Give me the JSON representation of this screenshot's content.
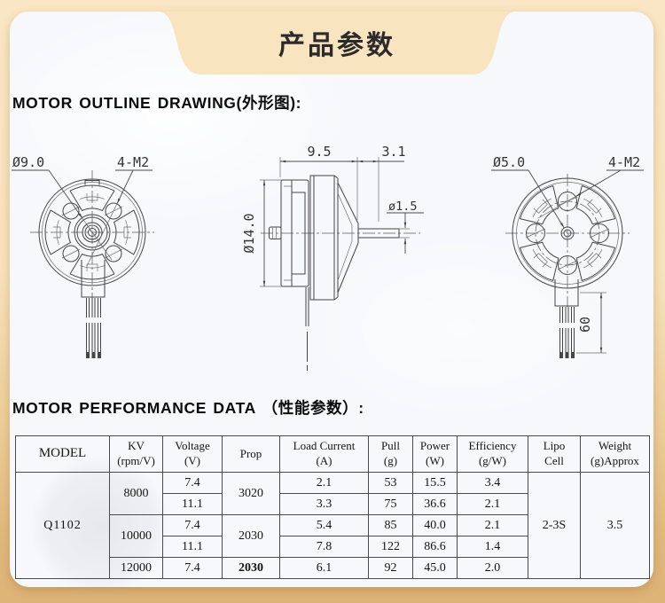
{
  "banner": {
    "title": "产品参数"
  },
  "sections": {
    "outline_heading": "MOTOR OUTLINE DRAWING(外形图):",
    "performance_heading": "MOTOR PERFORMANCE DATA （性能参数）:"
  },
  "drawings": {
    "front_view": {
      "bell_diameter": "Ø9.0",
      "mount_screws": "4-M2"
    },
    "side_view": {
      "body_length": "9.5",
      "shaft_protrusion": "3.1",
      "shaft_diameter": "ø1.5",
      "body_diameter": "Ø14.0"
    },
    "rear_view": {
      "mount_hole_diameter": "Ø5.0",
      "mount_screws": "4-M2",
      "wire_length": "60"
    }
  },
  "table": {
    "headers": [
      "MODEL",
      "KV\n(rpm/V)",
      "Voltage\n(V)",
      "Prop",
      "Load Current\n(A)",
      "Pull\n(g)",
      "Power\n(W)",
      "Efficiency\n(g/W)",
      "Lipo\nCell",
      "Weight\n(g)Approx"
    ],
    "model": "Q1102",
    "groups": [
      {
        "kv": "8000",
        "prop": "3020",
        "rows": [
          {
            "voltage": "7.4",
            "load_current": "2.1",
            "pull": "53",
            "power": "15.5",
            "efficiency": "3.4"
          },
          {
            "voltage": "11.1",
            "load_current": "3.3",
            "pull": "75",
            "power": "36.6",
            "efficiency": "2.1"
          }
        ]
      },
      {
        "kv": "10000",
        "prop": "2030",
        "rows": [
          {
            "voltage": "7.4",
            "load_current": "5.4",
            "pull": "85",
            "power": "40.0",
            "efficiency": "2.1"
          },
          {
            "voltage": "11.1",
            "load_current": "7.8",
            "pull": "122",
            "power": "86.6",
            "efficiency": "1.4"
          }
        ]
      },
      {
        "kv": "12000",
        "prop": "2030",
        "rows": [
          {
            "voltage": "7.4",
            "load_current": "6.1",
            "pull": "92",
            "power": "45.0",
            "efficiency": "2.0"
          }
        ]
      }
    ],
    "lipo_cell": "2-3S",
    "weight": "3.5"
  },
  "colors": {
    "background_top": "#fae6c4",
    "background_bottom": "#deb376",
    "card": "#f6f8fb",
    "drawing_line": "#454545",
    "table_border": "#4a4a4a"
  }
}
